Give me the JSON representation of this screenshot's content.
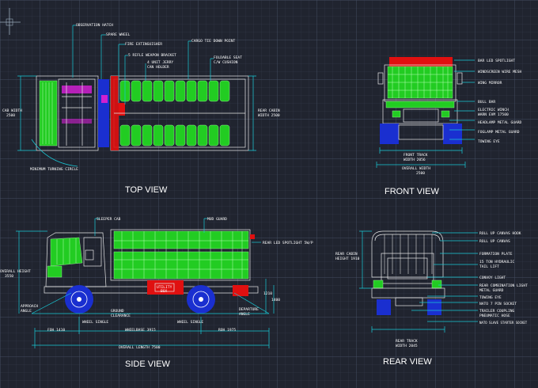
{
  "views": {
    "top": "TOP VIEW",
    "front": "FRONT VIEW",
    "side": "SIDE VIEW",
    "rear": "REAR VIEW"
  },
  "top_view": {
    "labels": {
      "observation_hatch": "OBSERVATION HATCH",
      "spare_wheel": "SPARE WHEEL",
      "fire_extinguisher": "FIRE EXTINGUISHER",
      "rifle_bracket": "5 RIFLE WEAPON BRACKET",
      "jerry_can": "4 UNIT JERRY",
      "jerry_can_2": "CAN HOLDER",
      "cargo_tie": "CARGO TIE DOWN POINT",
      "foldable_seat": "FOLDABLE SEAT",
      "foldable_seat_2": "C/W CUSHION",
      "minimum_turning": "MINIMUM TURNING CIRCLE"
    },
    "dims": {
      "cab_width": "CAB WIDTH",
      "cab_width_value": "2500",
      "rear_cabin_width": "REAR CABIN",
      "rear_cabin_width_2": "WIDTH 2500"
    }
  },
  "front_view": {
    "labels": {
      "bar_led": "BAR LED SPOTLIGHT",
      "windscreen": "WINDSCREEN WIRE MESH",
      "wing_mirror": "WING MIRROR",
      "bull_bar": "BULL BAR",
      "electric_winch": "ELECTRIC WINCH",
      "electric_winch_2": "WARN EVM 17500",
      "headlamp": "HEADLAMP METAL GUARD",
      "foglamp": "FOGLAMP METAL GUARD",
      "towing_eye": "TOWING EYE"
    },
    "dims": {
      "front_track": "FRONT TRACK",
      "front_track_2": "WIDTH 2056",
      "overall_width": "OVERALL WIDTH",
      "overall_width_value": "2500"
    }
  },
  "side_view": {
    "labels": {
      "sleeper_cab": "SLEEPER CAB",
      "mud_guard": "MUD GUARD",
      "rear_led": "REAR LED SPOTLIGHT 5W/P",
      "ground_clearance": "GROUND",
      "ground_clearance_2": "CLEARANCE",
      "approach_angle": "APPROACH",
      "approach_angle_2": "ANGLE",
      "departure_angle": "DEPARTURE",
      "departure_angle_2": "ANGLE",
      "utility_box": "UTILITY",
      "utility_box_2": "BOX"
    },
    "dims": {
      "overall_height": "OVERALL HEIGHT",
      "overall_height_value": "3550",
      "wheel_single_left": "WHEEL SINGLE",
      "wheel_single_right": "WHEEL SINGLE",
      "foh": "FOH  1410",
      "wheelbase": "WHEELBASE  3915",
      "roh": "ROH  1975",
      "overall_length": "OVERALL LENGTH  7500",
      "h1": "1210",
      "h2": "1400"
    }
  },
  "rear_view": {
    "labels": {
      "roll_canvas_hook": "ROLL UP CANVAS HOOK",
      "roll_canvas": "ROLL UP CANVAS",
      "formation_plate": "FORMATION PLATE",
      "tail_lift": "15 TON HYDRAULIC",
      "tail_lift_2": "TAIL LIFT",
      "convoy_light": "CONVOY LIGHT",
      "combination_light": "REAR COMBINATION LIGHT",
      "combination_light_2": "METAL GUARD",
      "towing_eye": "TOWING EYE",
      "nato_socket": "NATO 7 PIN SOCKET",
      "trailer_coupling": "TRAILER COUPLING",
      "trailer_coupling_2": "PNEUMATIC HOSE",
      "nato_slave": "NATO SLAVE STARTER SOCKET"
    },
    "dims": {
      "rear_cabin_height": "REAR CABIN",
      "rear_cabin_height_2": "HEIGHT 1910",
      "rear_track": "REAR TRACK",
      "rear_track_2": "WIDTH 2045"
    }
  }
}
